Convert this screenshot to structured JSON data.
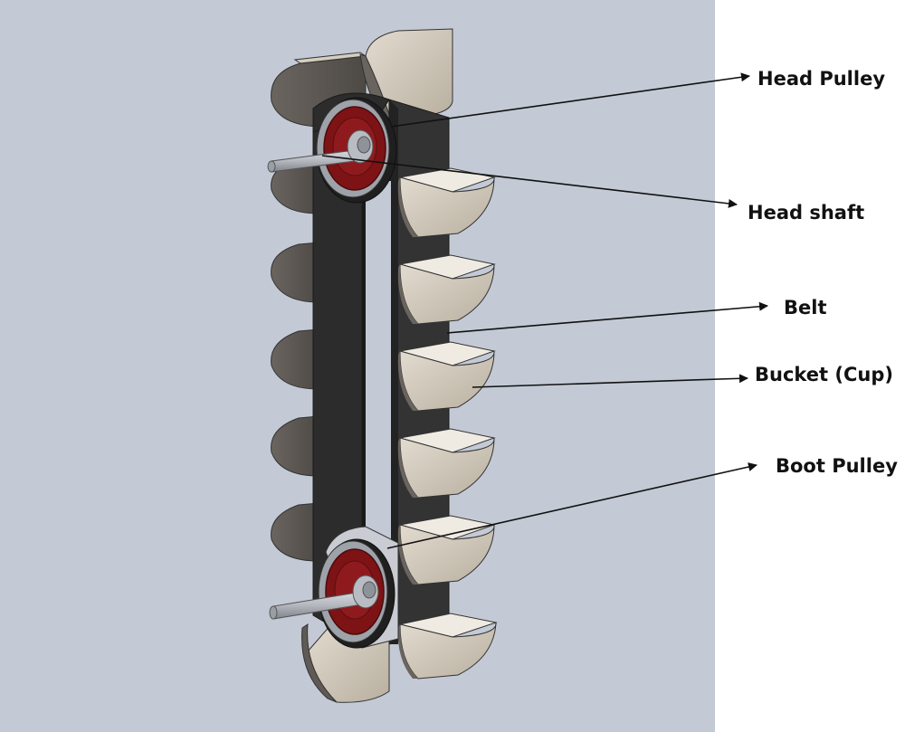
{
  "colors": {
    "viewport_bg": "#c3cad5",
    "page_bg": "#ffffff",
    "belt": "#303030",
    "bucket_light": "#d5cdbf",
    "bucket_dark": "#5f5a55",
    "pulley_red": "#7e1316",
    "shaft": "#b4b7be",
    "arrow": "#111111"
  },
  "labels": {
    "head_pulley": "Head Pulley",
    "head_shaft": "Head shaft",
    "belt": "Belt",
    "bucket": "Bucket (Cup)",
    "boot_pulley": "Boot Pulley"
  }
}
